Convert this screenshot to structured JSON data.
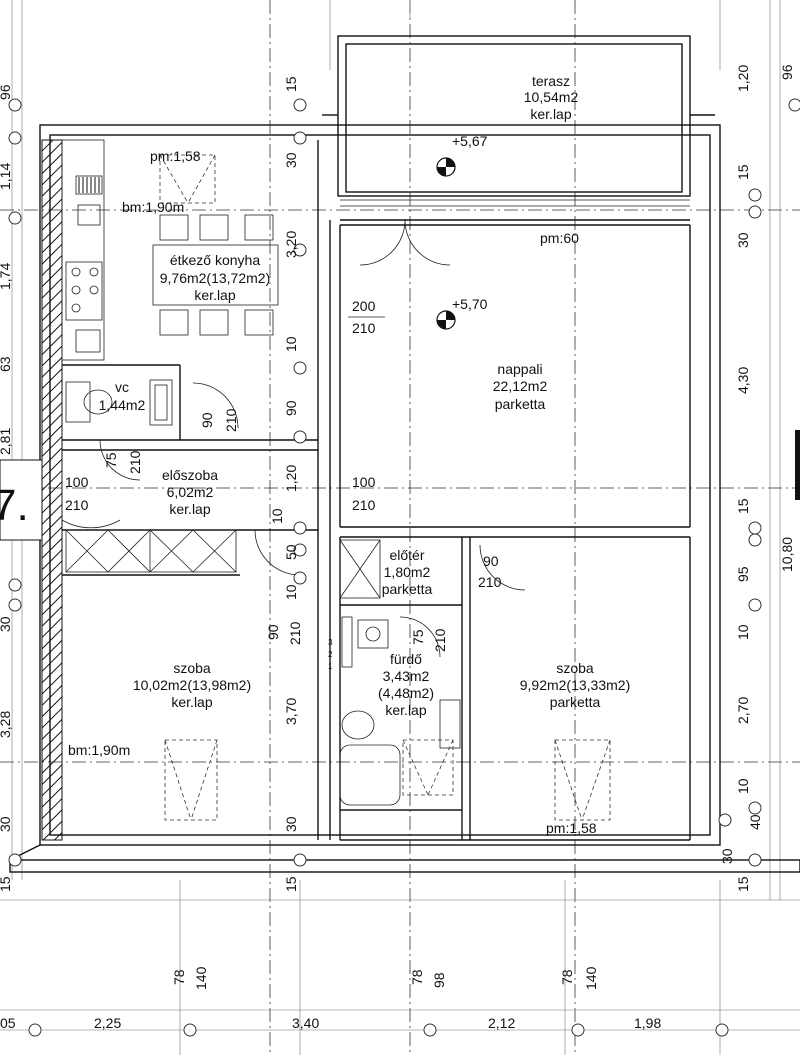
{
  "rooms": {
    "terasz": {
      "name": "terasz",
      "area": "10,54m2",
      "floor": "ker.lap"
    },
    "etkezo": {
      "name": "étkező konyha",
      "area": "9,76m2(13,72m2)",
      "floor": "ker.lap"
    },
    "vc": {
      "name": "vc",
      "area": "1,44m2"
    },
    "eloszoba": {
      "name": "előszoba",
      "area": "6,02m2",
      "floor": "ker.lap"
    },
    "nappali": {
      "name": "nappali",
      "area": "22,12m2",
      "floor": "parketta"
    },
    "eloter": {
      "name": "előtér",
      "area": "1,80m2",
      "floor": "parketta"
    },
    "furdo": {
      "name": "fürdő",
      "area": "3,43m2",
      "area2": "(4,48m2)",
      "floor": "ker.lap"
    },
    "szoba_left": {
      "name": "szoba",
      "area": "10,02m2(13,98m2)",
      "floor": "ker.lap"
    },
    "szoba_right": {
      "name": "szoba",
      "area": "9,92m2(13,33m2)",
      "floor": "parketta"
    }
  },
  "levels": {
    "terrace": "+5,67",
    "living": "+5,70"
  },
  "annotations": {
    "pm_kitchen": "pm:1,58",
    "bm_kitchen": "bm:1,90m",
    "pm_living": "pm:60",
    "bm_room": "bm:1,90m",
    "pm_room": "pm:1,58",
    "big_mark": "7.",
    "stair_nums": [
      "3",
      "2",
      "1"
    ]
  },
  "doors": {
    "living_w": "200",
    "living_h": "210",
    "entry_w": "100",
    "entry_h": "210",
    "hall_w": "100",
    "hall_h": "210",
    "vc_w": "90",
    "vc_h": "210",
    "vc2_w": "75",
    "vc2_h": "210",
    "eloter_w": "90",
    "eloter_h": "210",
    "room_w": "90",
    "room_h": "210",
    "bath_w": "75",
    "bath_h": "210"
  },
  "dims_left": [
    "96",
    "1,14",
    "1,74",
    "63",
    "2,81",
    "30",
    "3,28",
    "30",
    "15"
  ],
  "dims_mid": [
    "15",
    "30",
    "3,20",
    "10",
    "90",
    "1,20",
    "10",
    "50",
    "10",
    "3,70",
    "30",
    "15"
  ],
  "dims_right": [
    "1,20",
    "15",
    "30",
    "4,30",
    "15",
    "95",
    "10",
    "2,70",
    "10",
    "40",
    "30",
    "15"
  ],
  "dims_far_right": [
    "96",
    "10,80"
  ],
  "dims_bottom": [
    "05",
    "2,25",
    "3,40",
    "2,12",
    "1,98"
  ],
  "dims_bottom_v": [
    "78",
    "140",
    "78",
    "98",
    "78",
    "140"
  ]
}
